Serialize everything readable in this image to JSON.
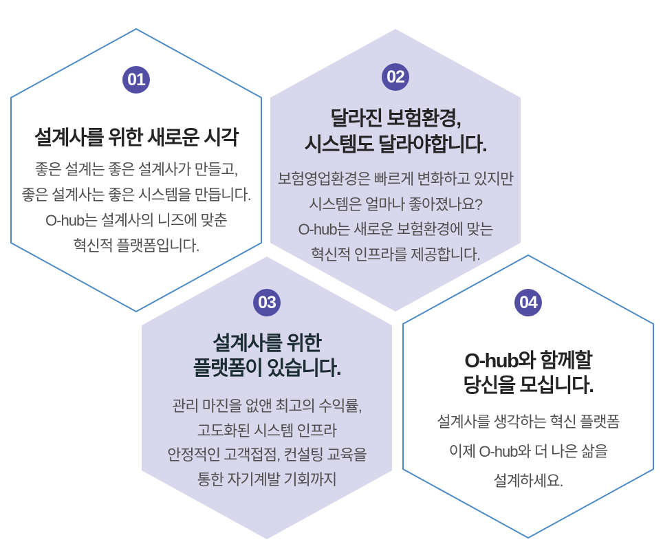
{
  "colors": {
    "background": "#ffffff",
    "hexagon_fill": "#d8d7ec",
    "hexagon_outline": "#4e8ac4",
    "outlined_hexagon_fill": "#ffffff",
    "badge_background": "#514ea3",
    "badge_text": "#ffffff",
    "title_text": "#242424",
    "title_text_card3": "#1b2d33",
    "body_text": "#4f4f4f"
  },
  "hexagons": [
    {
      "number": "01",
      "variant": "outlined",
      "title": "설계사를 위한 새로운 시각",
      "body": "좋은 설계는 좋은 설계사가 만들고,\n좋은 설계사는 좋은 시스템을 만듭니다.\nO-hub는 설계사의 니즈에 맞춘\n혁신적 플랫폼입니다."
    },
    {
      "number": "02",
      "variant": "filled",
      "title": "달라진 보험환경,\n시스템도 달라야합니다.",
      "body": "보험영업환경은 빠르게 변화하고 있지만\n시스템은 얼마나 좋아졌나요?\nO-hub는 새로운 보험환경에 맞는\n혁신적 인프라를 제공합니다."
    },
    {
      "number": "03",
      "variant": "filled",
      "title": "설계사를 위한\n플랫폼이 있습니다.",
      "body": "관리 마진을 없앤 최고의 수익률,\n고도화된 시스템 인프라\n안정적인 고객접점, 컨설팅 교육을\n통한 자기계발 기회까지"
    },
    {
      "number": "04",
      "variant": "outlined",
      "title": "O-hub와 함께할\n당신을 모십니다.",
      "body": "설계사를 생각하는 혁신 플랫폼\n이제 O-hub와 더 나은 삶을\n설계하세요."
    }
  ]
}
